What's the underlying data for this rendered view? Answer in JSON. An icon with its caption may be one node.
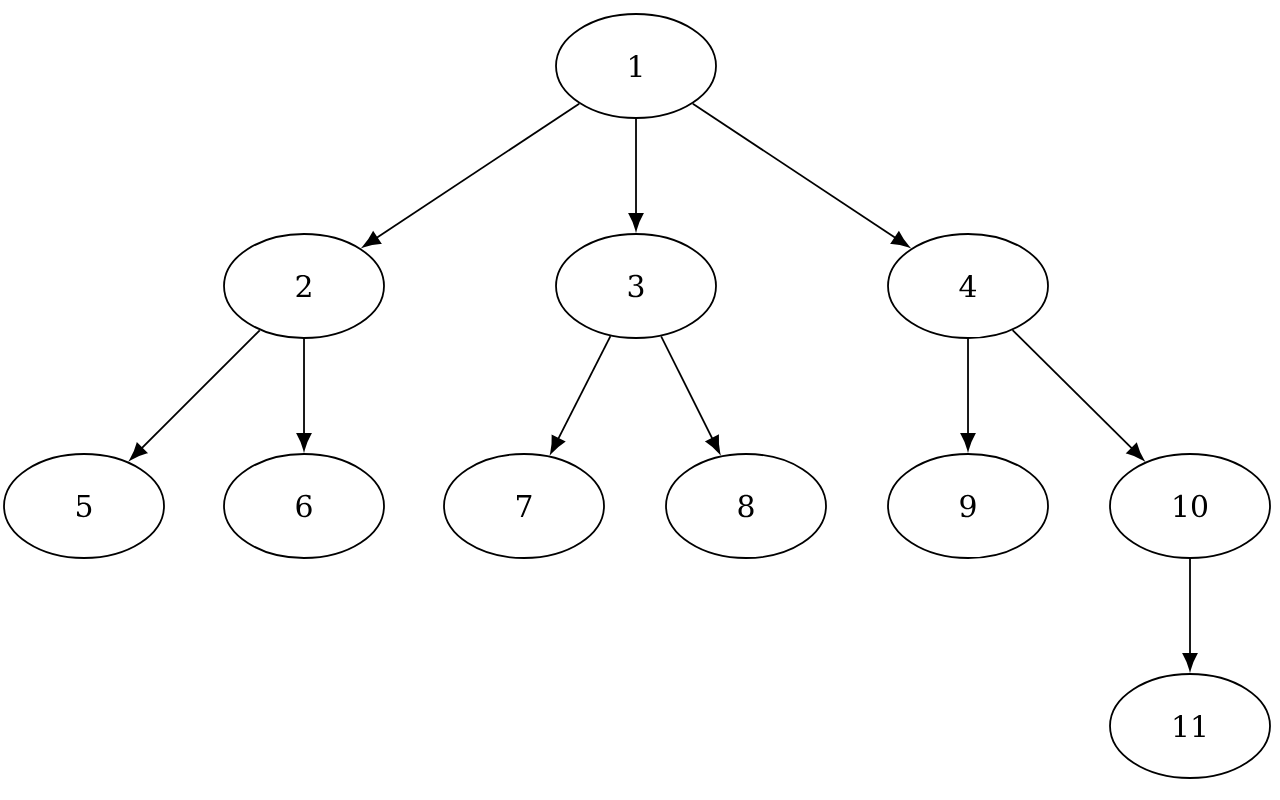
{
  "diagram": {
    "nodes": [
      {
        "text": [
          "1"
        ]
      },
      {
        "text": [
          "2"
        ]
      },
      {
        "text": [
          "3"
        ]
      },
      {
        "text": [
          "4"
        ]
      },
      {
        "text": [
          "5"
        ]
      },
      {
        "text": [
          "6"
        ]
      },
      {
        "text": [
          "7"
        ]
      },
      {
        "text": [
          "8"
        ]
      },
      {
        "text": [
          "9"
        ]
      },
      {
        "text": [
          "10"
        ]
      },
      {
        "text": [
          "11"
        ]
      }
    ],
    "edges": [
      {
        "from": 0,
        "to": 1,
        "arrow": "to"
      },
      {
        "from": 0,
        "to": 2,
        "arrow": "to"
      },
      {
        "from": 0,
        "to": 3,
        "arrow": "to"
      },
      {
        "from": 1,
        "to": 4,
        "arrow": "to"
      },
      {
        "from": 1,
        "to": 5,
        "arrow": "to"
      },
      {
        "from": 2,
        "to": 6,
        "arrow": "to"
      },
      {
        "from": 2,
        "to": 7,
        "arrow": "to"
      },
      {
        "from": 3,
        "to": 8,
        "arrow": "to"
      },
      {
        "from": 3,
        "to": 9,
        "arrow": "to"
      },
      {
        "from": 9,
        "to": 10,
        "arrow": "to"
      }
    ]
  }
}
